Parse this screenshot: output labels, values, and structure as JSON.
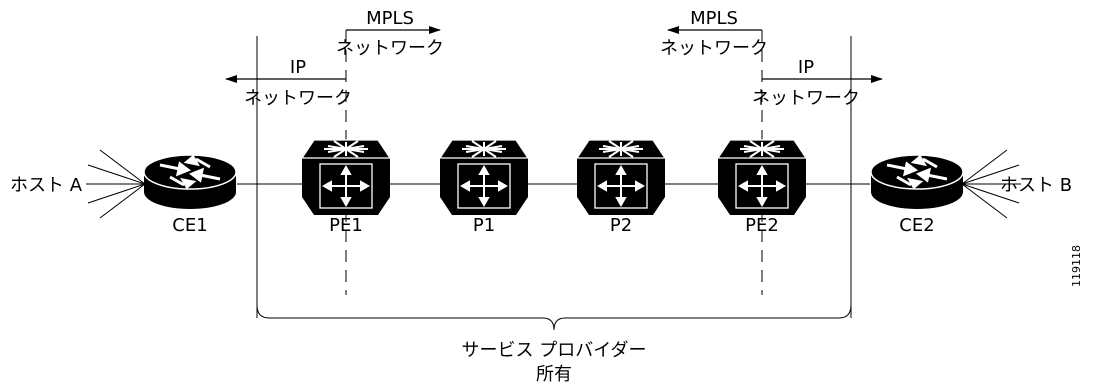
{
  "labels": {
    "mpls_title": "MPLS",
    "network": "ネットワーク",
    "ip_title": "IP",
    "host_a": "ホスト A",
    "host_b": "ホスト B",
    "ce1": "CE1",
    "pe1": "PE1",
    "p1": "P1",
    "p2": "P2",
    "pe2": "PE2",
    "ce2": "CE2",
    "provider_line1": "サービス プロバイダー",
    "provider_line2": "所有",
    "figure_id": "119118"
  },
  "colors": {
    "line": "#000000",
    "device_fill": "#000000",
    "device_symbol": "#ffffff",
    "background": "#ffffff"
  }
}
